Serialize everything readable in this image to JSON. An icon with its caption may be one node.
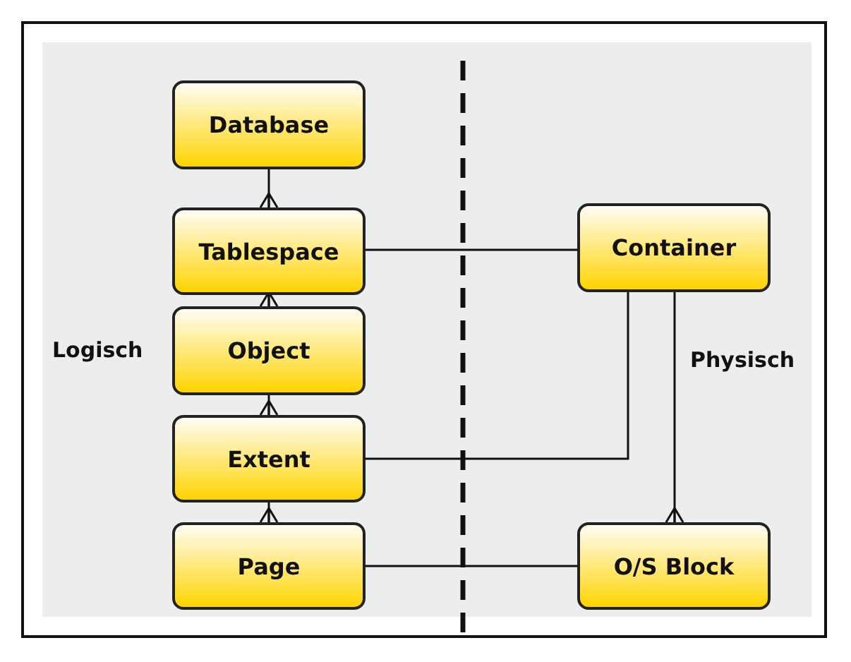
{
  "diagram": {
    "nodes": [
      {
        "text": [
          "Database"
        ]
      },
      {
        "text": [
          "Tablespace"
        ]
      },
      {
        "text": [
          "Object"
        ]
      },
      {
        "text": [
          "Extent"
        ]
      },
      {
        "text": [
          "Page"
        ]
      },
      {
        "text": [
          "Container"
        ]
      },
      {
        "text": [
          "O/S Block"
        ]
      }
    ],
    "edges": [
      {
        "from": 0,
        "to": 1,
        "arrow": "other"
      },
      {
        "from": 1,
        "to": 2,
        "arrow": "other"
      },
      {
        "from": 2,
        "to": 3,
        "arrow": "other"
      },
      {
        "from": 3,
        "to": 4,
        "arrow": "other"
      },
      {
        "from": 1,
        "to": 5,
        "arrow": "none"
      },
      {
        "from": 5,
        "to": 3,
        "arrow": "none"
      },
      {
        "from": 5,
        "to": 6,
        "arrow": "other"
      },
      {
        "from": 4,
        "to": 6,
        "arrow": "none"
      }
    ],
    "labels": [
      "Logisch",
      "Physisch"
    ]
  }
}
